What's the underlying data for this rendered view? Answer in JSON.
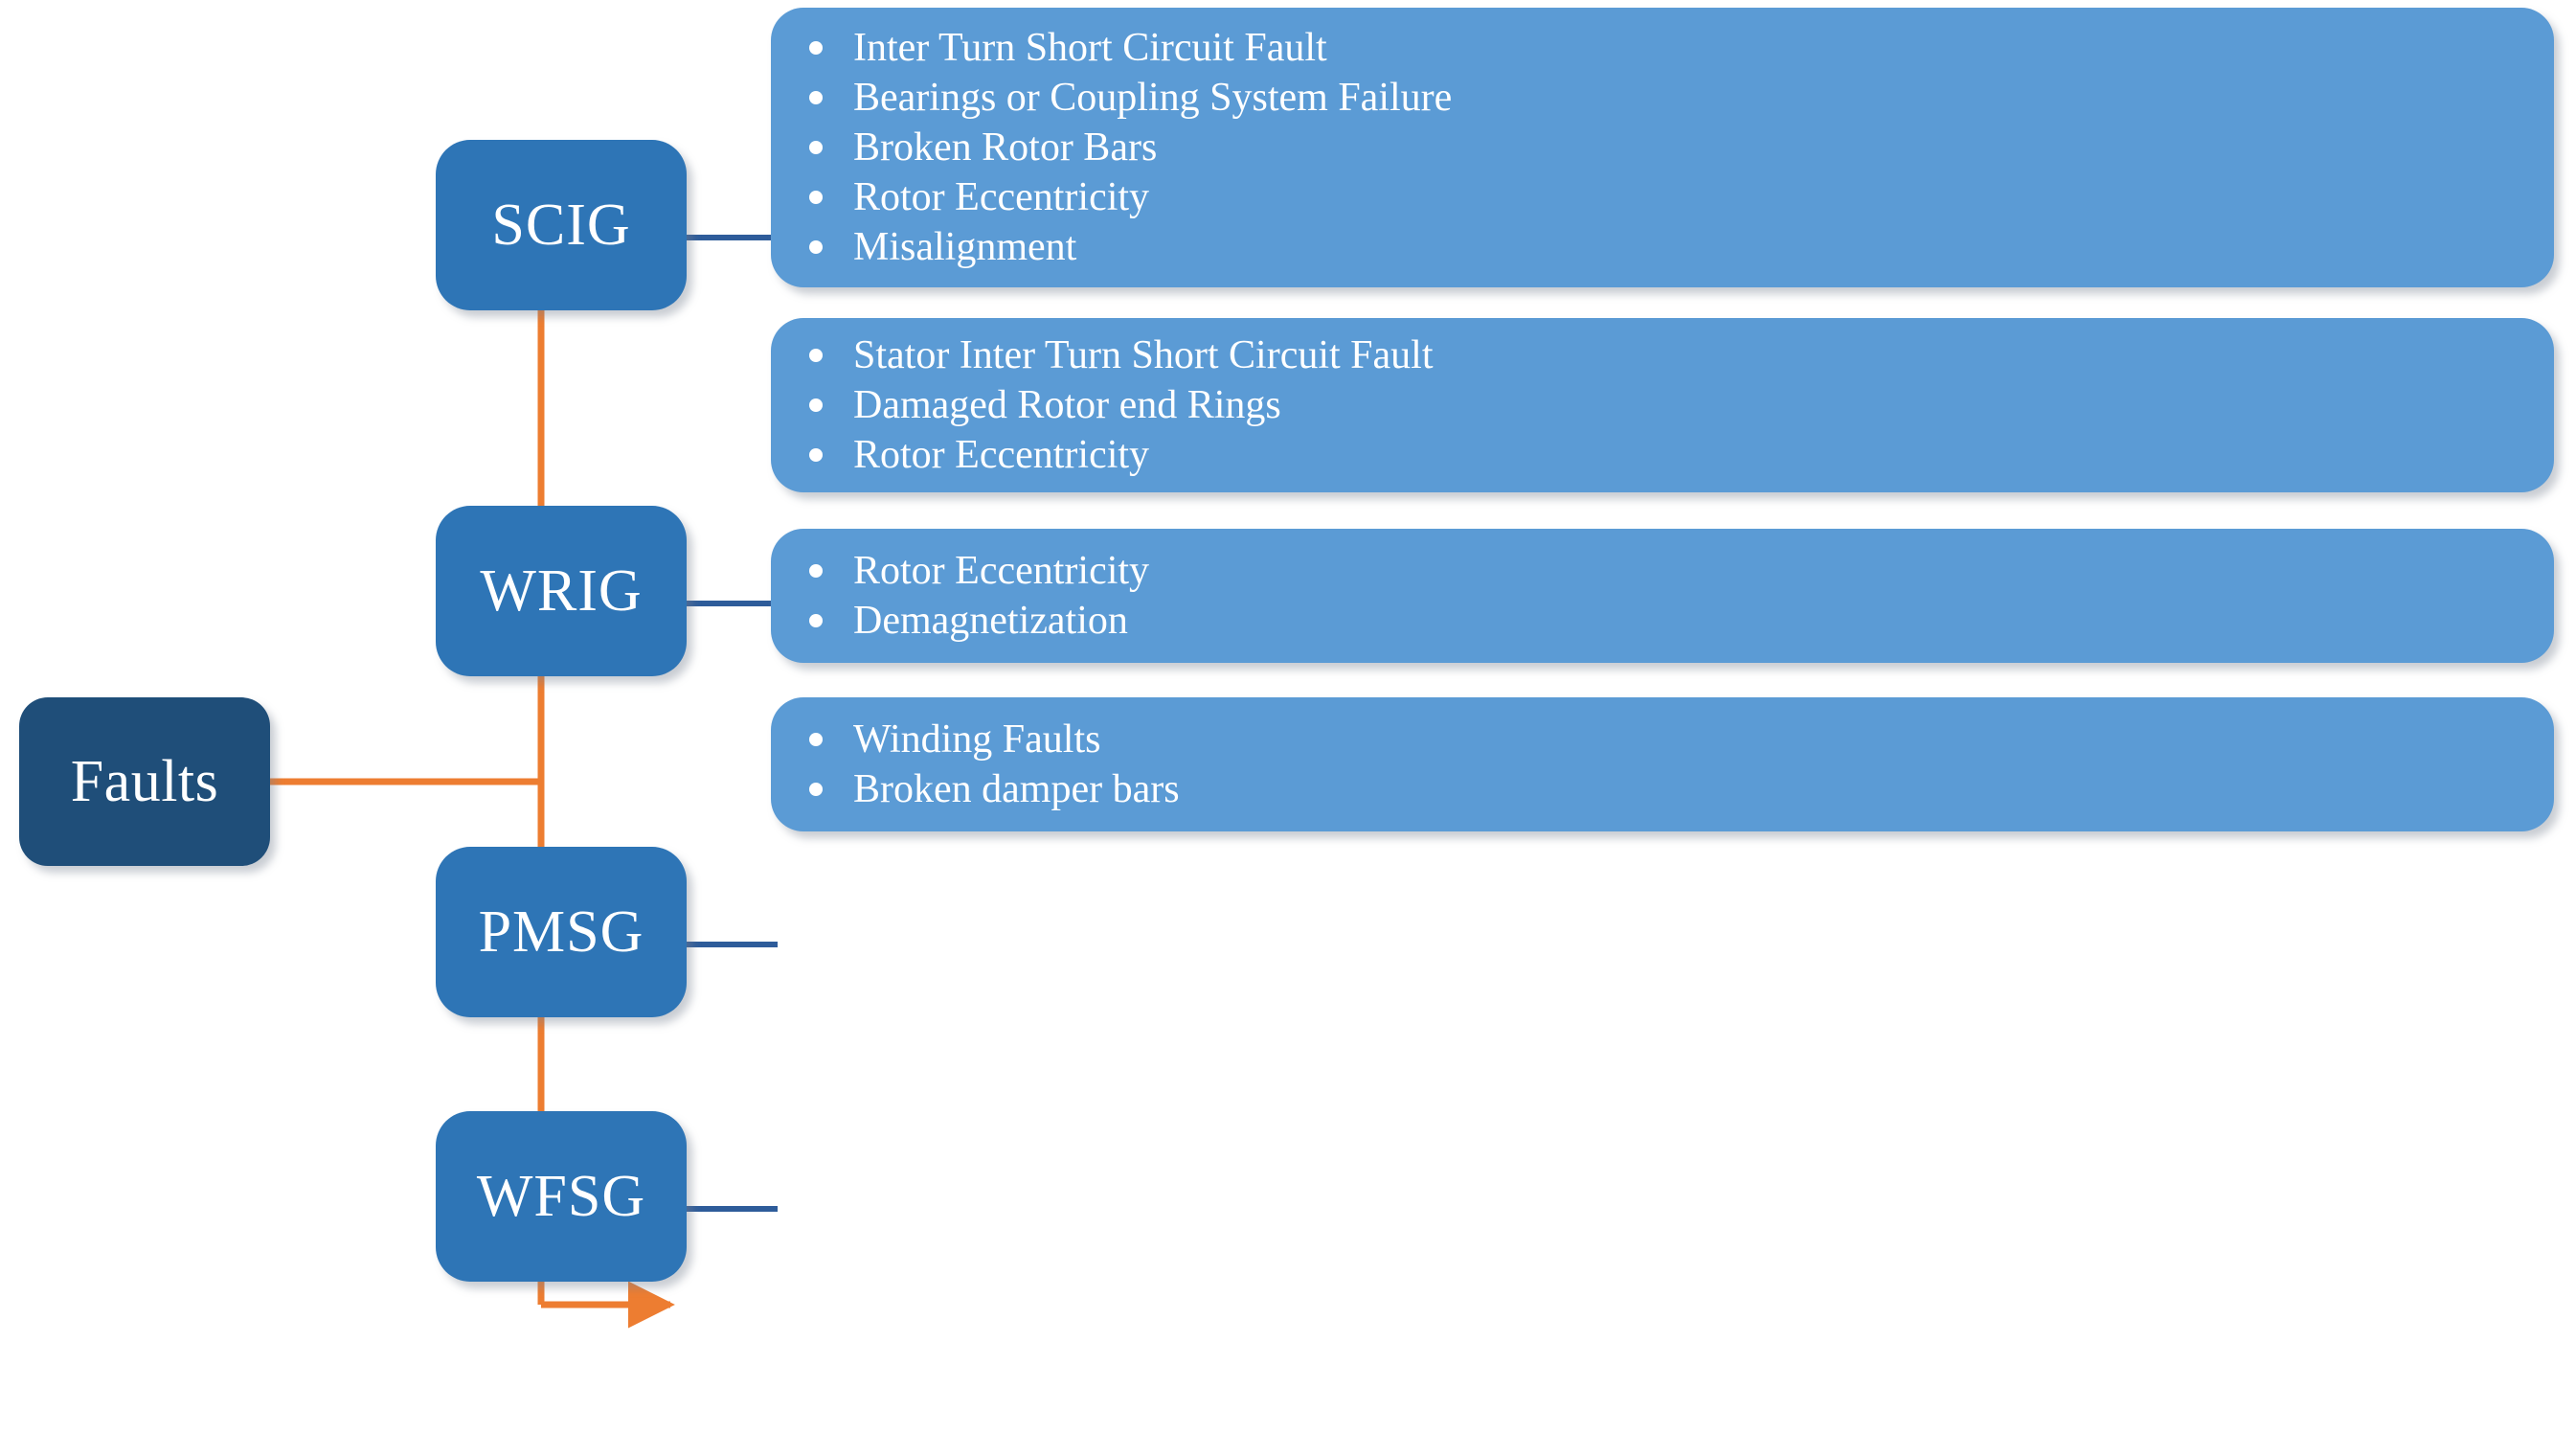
{
  "diagram": {
    "title": "Faults",
    "root": {
      "label": "Faults",
      "color": "#1F4E79"
    },
    "colors": {
      "root_fill": "#1F4E79",
      "generator_fill": "#2E75B6",
      "fault_box_fill": "#5B9BD5",
      "orange_connector": "#ED7D31",
      "blue_connector": "#2E5C9A",
      "text": "#FFFFFF",
      "background": "#FFFFFF"
    },
    "branches": [
      {
        "generator": "SCIG",
        "faults": [
          "Inter Turn Short Circuit Fault",
          "Bearings or Coupling System Failure",
          "Broken Rotor Bars",
          "Rotor Eccentricity",
          "Misalignment"
        ]
      },
      {
        "generator": "WRIG",
        "faults": [
          "Stator Inter Turn Short Circuit Fault",
          "Damaged Rotor end Rings",
          "Rotor Eccentricity"
        ]
      },
      {
        "generator": "PMSG",
        "faults": [
          "Rotor Eccentricity",
          "Demagnetization"
        ]
      },
      {
        "generator": "WFSG",
        "faults": [
          "Winding Faults",
          "Broken damper bars"
        ]
      }
    ]
  }
}
